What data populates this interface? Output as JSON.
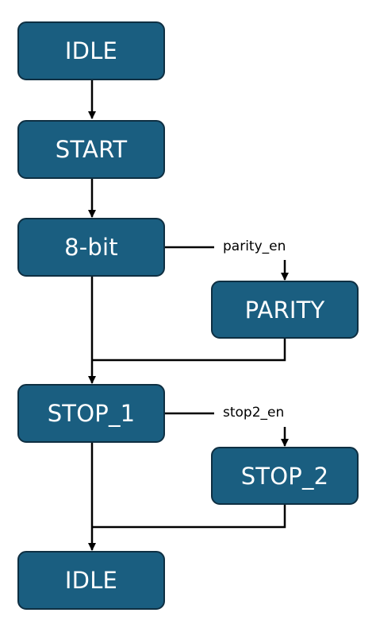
{
  "diagram": {
    "nodes": {
      "idle_top": "IDLE",
      "start": "START",
      "eight_bit": "8-bit",
      "parity": "PARITY",
      "stop_1": "STOP_1",
      "stop_2": "STOP_2",
      "idle_bottom": "IDLE"
    },
    "conditions": {
      "parity_en": "parity_en",
      "stop2_en": "stop2_en"
    },
    "colors": {
      "node_fill": "#1a5e80",
      "node_border": "#0e2f42",
      "node_text": "#ffffff",
      "line": "#000000"
    }
  }
}
